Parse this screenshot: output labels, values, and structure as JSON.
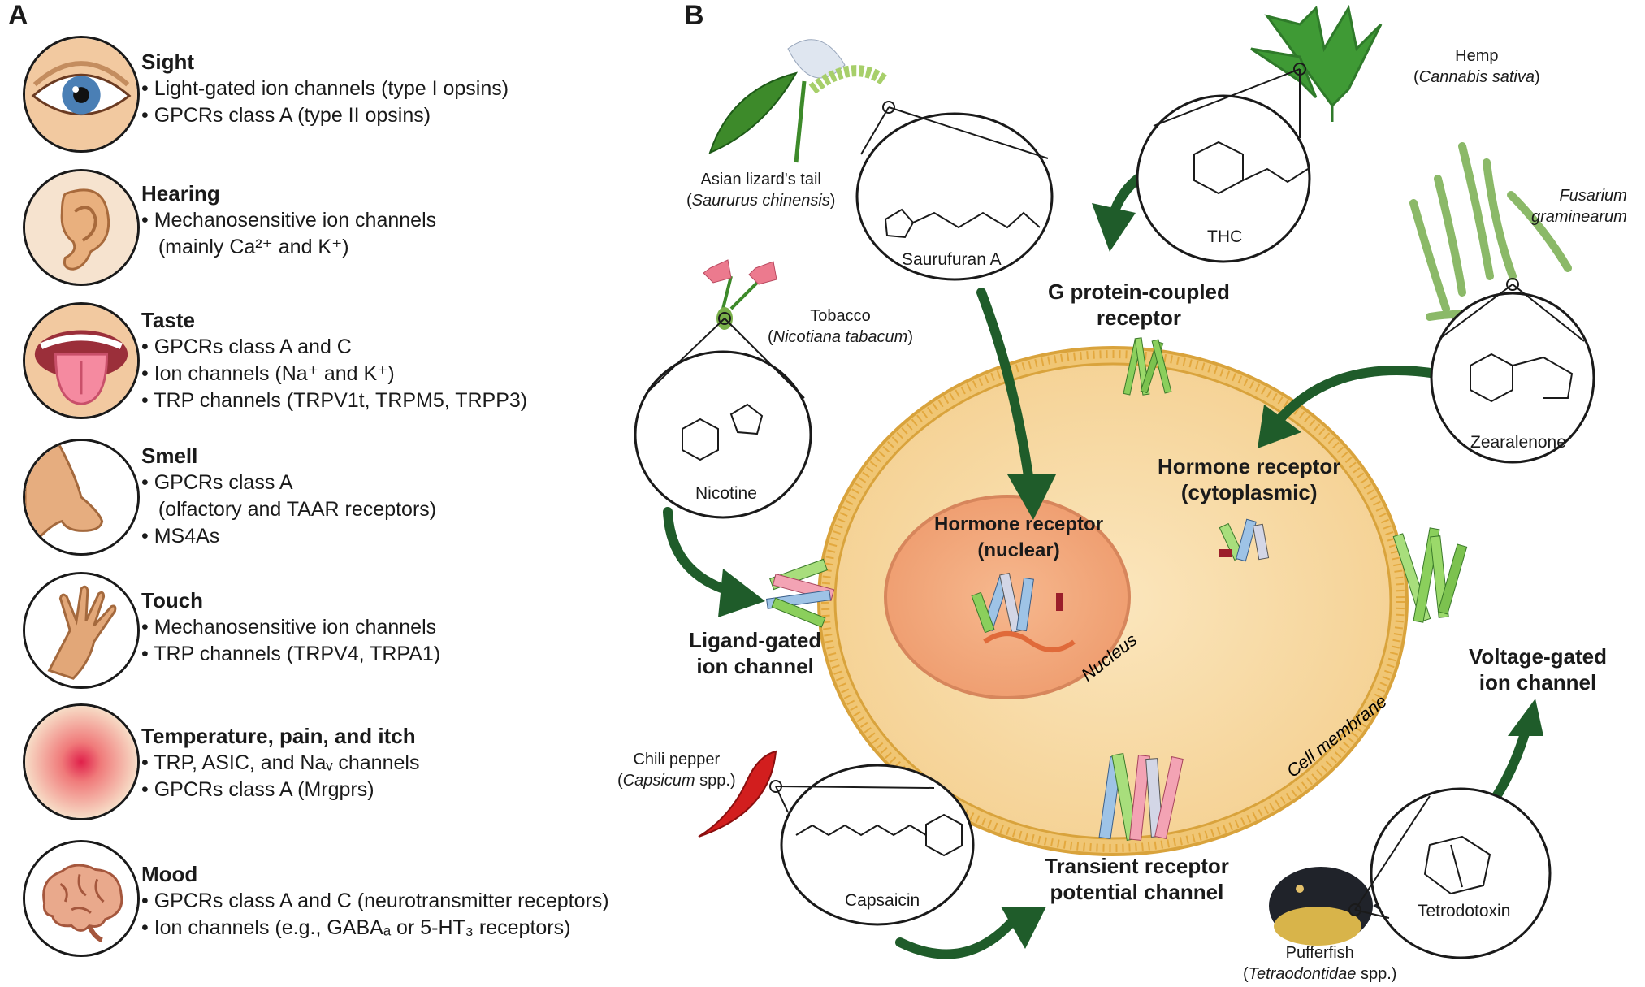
{
  "panel_a": {
    "letter": "A",
    "senses": [
      {
        "title": "Sight",
        "items": [
          "• Light-gated ion channels (type I opsins)",
          "• GPCRs class A (type II opsins)"
        ]
      },
      {
        "title": "Hearing",
        "items": [
          "• Mechanosensitive ion channels",
          "   (mainly Ca²⁺ and K⁺)"
        ]
      },
      {
        "title": "Taste",
        "items": [
          "• GPCRs class A and C",
          "• Ion channels (Na⁺ and K⁺)",
          "• TRP channels (TRPV1t, TRPM5, TRPP3)"
        ]
      },
      {
        "title": "Smell",
        "items": [
          "• GPCRs class A",
          "   (olfactory and TAAR receptors)",
          "• MS4As"
        ]
      },
      {
        "title": "Touch",
        "items": [
          "• Mechanosensitive ion channels",
          "• TRP channels (TRPV4, TRPA1)"
        ]
      },
      {
        "title": "Temperature, pain, and itch",
        "items": [
          "• TRP, ASIC, and Naᵥ channels",
          "• GPCRs class A (Mrgprs)"
        ]
      },
      {
        "title": "Mood",
        "items": [
          "• GPCRs class A and C (neurotransmitter receptors)",
          "• Ion channels (e.g., GABAₐ or 5-HT₃ receptors)"
        ]
      }
    ],
    "icons": [
      "eye-icon",
      "ear-icon",
      "tongue-icon",
      "nose-icon",
      "hand-icon",
      "heat-spot-icon",
      "brain-icon"
    ]
  },
  "panel_b": {
    "letter": "B",
    "organisms": {
      "lizard_tail": {
        "name": "Asian lizard's tail",
        "latin": "Saururus chinensis"
      },
      "hemp": {
        "name": "Hemp",
        "latin": "Cannabis sativa"
      },
      "fusarium": {
        "latin_line1": "Fusarium",
        "latin_line2": "graminearum"
      },
      "tobacco": {
        "name": "Tobacco",
        "latin": "Nicotiana tabacum"
      },
      "chili": {
        "name": "Chili pepper",
        "latin": "Capsicum",
        "suffix": " spp."
      },
      "pufferfish": {
        "name": "Pufferfish",
        "latin": "Tetraodontidae",
        "suffix": " spp."
      }
    },
    "compounds": {
      "saurufuran": "Saurufuran A",
      "thc": "THC",
      "zearalenone": "Zearalenone",
      "nicotine": "Nicotine",
      "capsaicin": "Capsaicin",
      "tetrodotoxin": "Tetrodotoxin"
    },
    "receptors": {
      "gpcr": [
        "G protein-coupled",
        "receptor"
      ],
      "hormone_cyto": [
        "Hormone receptor",
        "(cytoplasmic)"
      ],
      "hormone_nuclear": [
        "Hormone receptor",
        "(nuclear)"
      ],
      "ligand_gated": [
        "Ligand-gated",
        "ion channel"
      ],
      "voltage_gated": [
        "Voltage-gated",
        "ion channel"
      ],
      "trp": [
        "Transient receptor",
        "potential channel"
      ]
    },
    "cell_labels": {
      "nucleus": "Nucleus",
      "membrane": "Cell membrane"
    },
    "colors": {
      "arrow": "#1f5c2a",
      "cytoplasm": "#f8dca6",
      "membrane": "#e8b54a",
      "nucleus": "#f3a97c",
      "plant": "#3d8a2a"
    }
  }
}
